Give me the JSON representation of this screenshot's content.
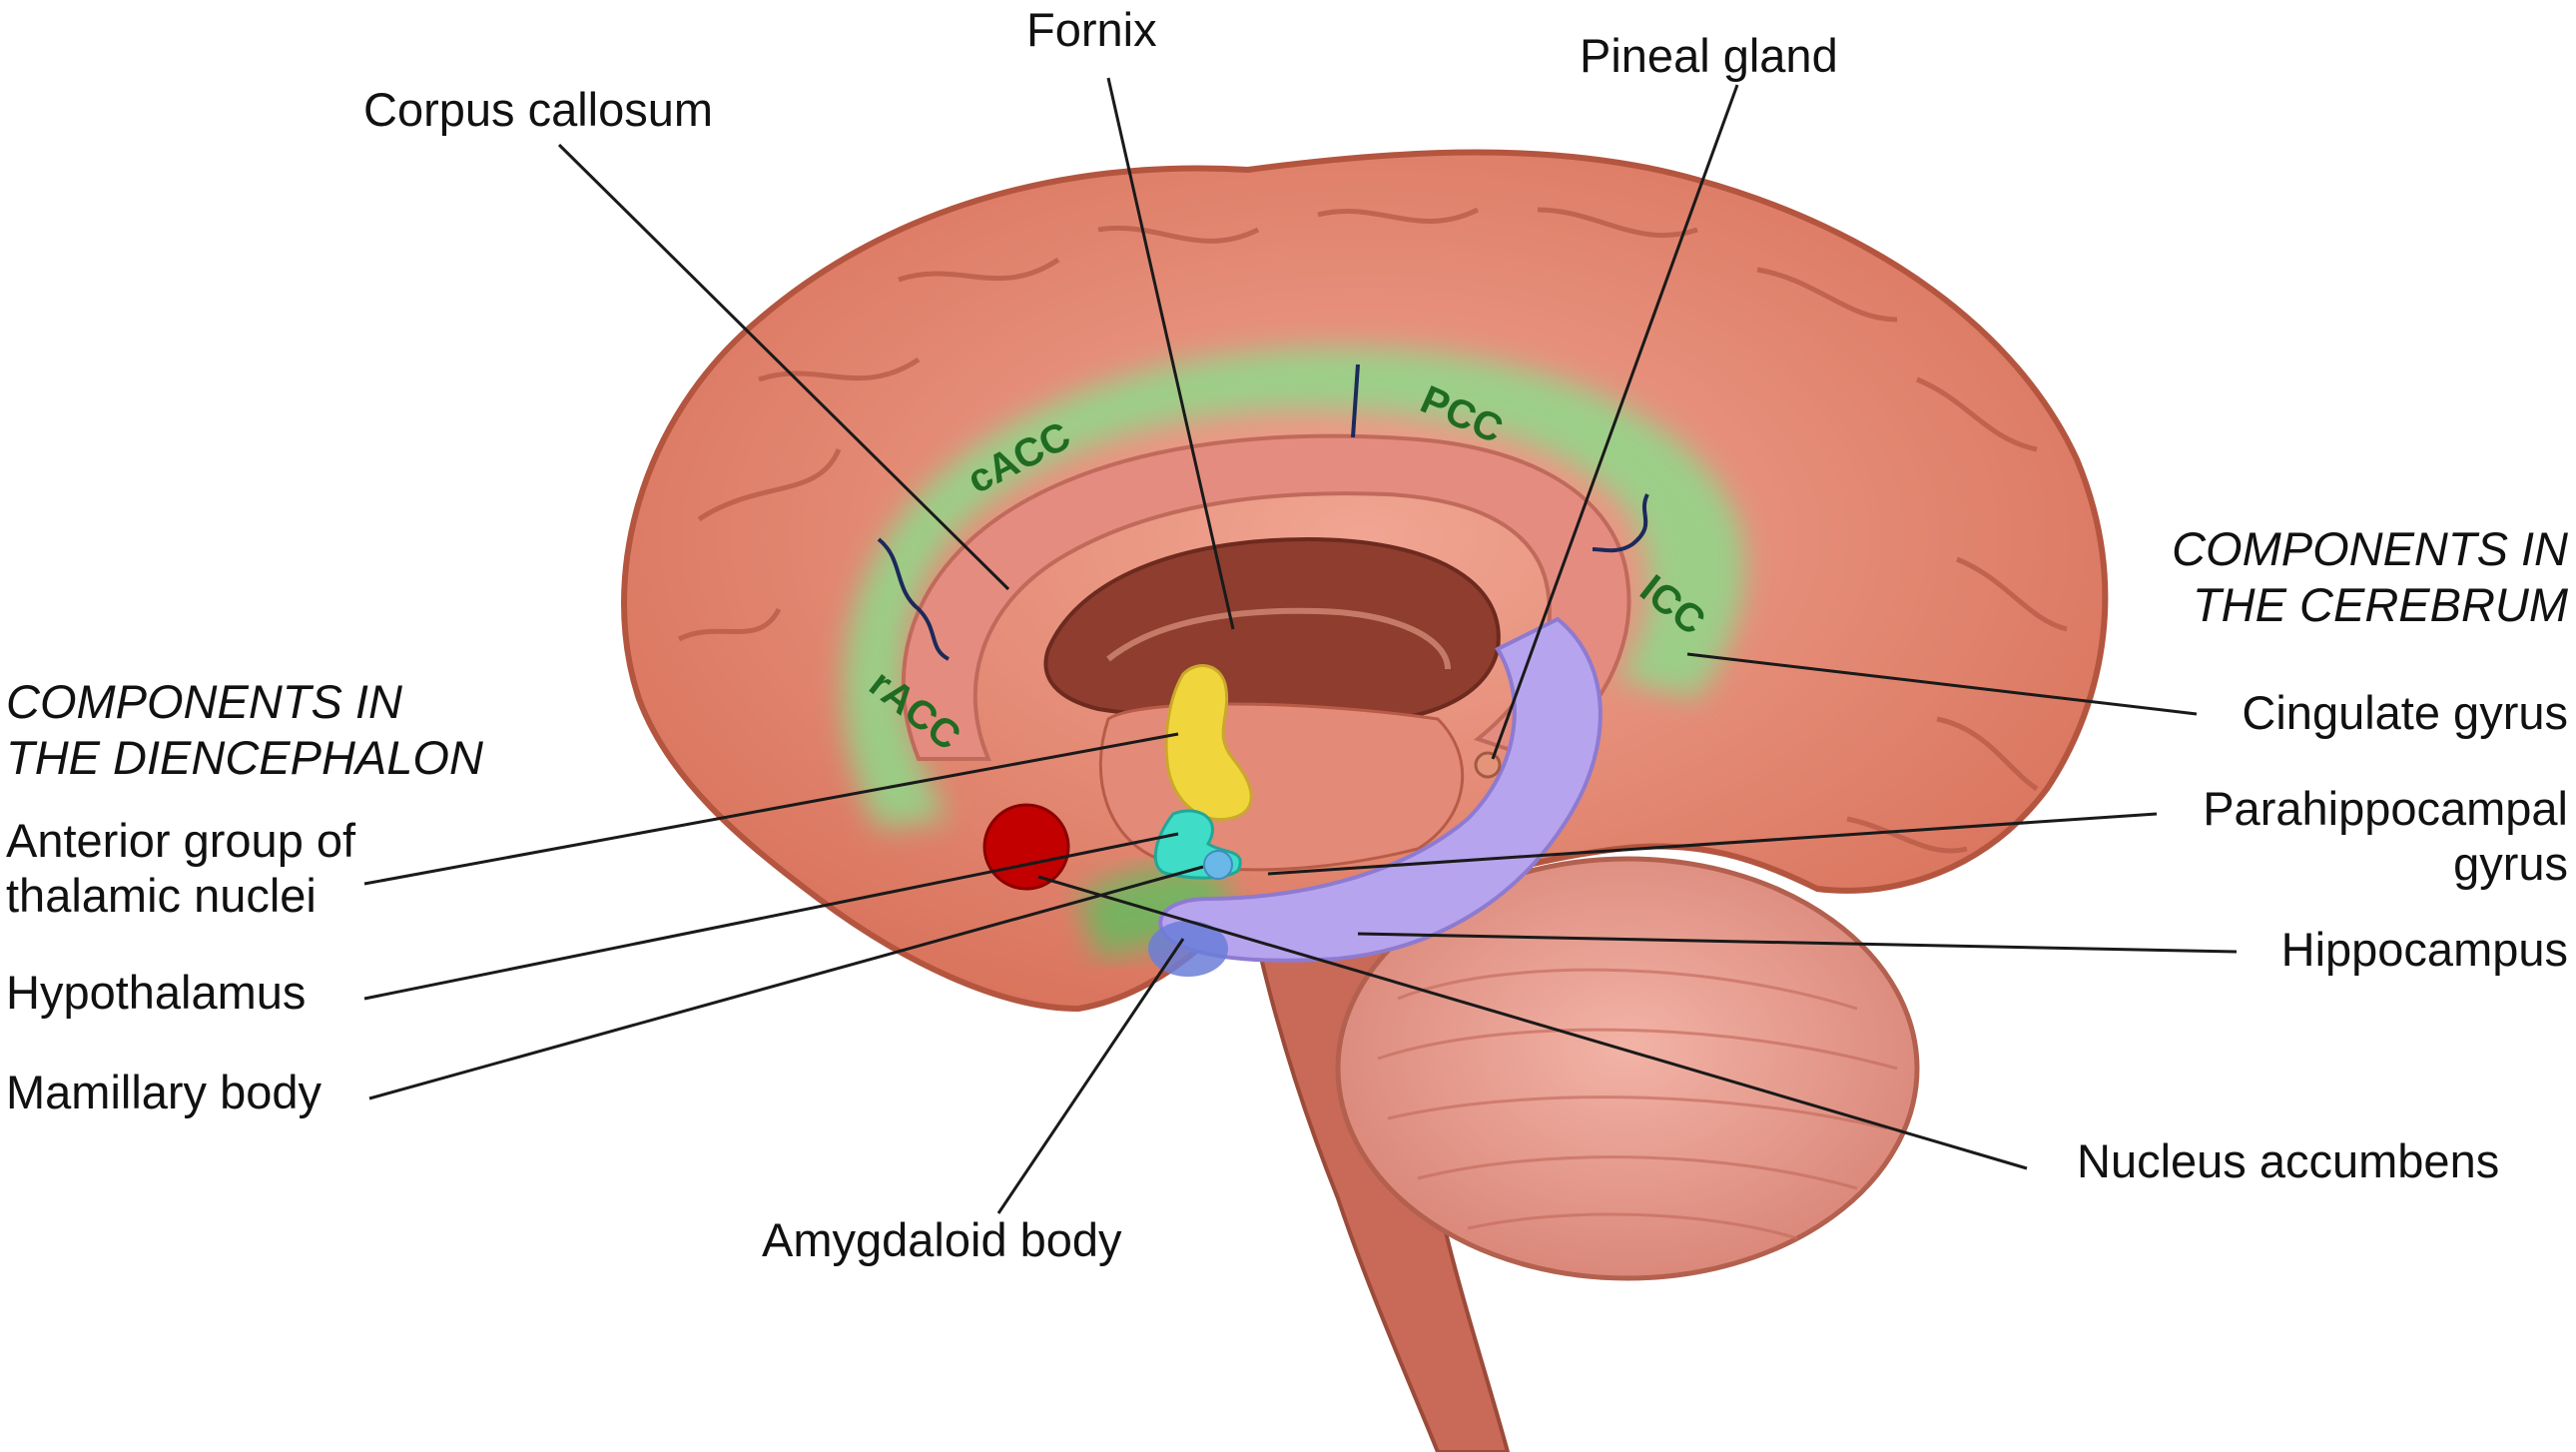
{
  "headings": {
    "diencephalon_line1": "COMPONENTS IN",
    "diencephalon_line2": "THE DIENCEPHALON",
    "cerebrum_line1": "COMPONENTS IN",
    "cerebrum_line2": "THE CEREBRUM"
  },
  "labels": {
    "fornix": "Fornix",
    "corpus_callosum": "Corpus callosum",
    "pineal_gland": "Pineal gland",
    "anterior_thalamic_line1": "Anterior group of",
    "anterior_thalamic_line2": "thalamic nuclei",
    "hypothalamus": "Hypothalamus",
    "mamillary_body": "Mamillary body",
    "amygdaloid_body": "Amygdaloid body",
    "cingulate_gyrus": "Cingulate gyrus",
    "parahippocampal_line1": "Parahippocampal",
    "parahippocampal_line2": "gyrus",
    "hippocampus": "Hippocampus",
    "nucleus_accumbens": "Nucleus accumbens"
  },
  "cingulate_segments": {
    "racc": "rACC",
    "cacc": "cACC",
    "pcc": "PCC",
    "icc": "ICC"
  },
  "colors": {
    "cortex": "#e58c77",
    "cortex_dark": "#b8553f",
    "cingulate": "#8fd98a",
    "hippocampus": "#b7a4ee",
    "anterior_thalamic": "#f1d53d",
    "hypothalamus": "#3fdcc8",
    "nucleus_accumbens": "#c20000",
    "cerebellum": "#e8a092",
    "leader_line": "#1a1a1a"
  }
}
